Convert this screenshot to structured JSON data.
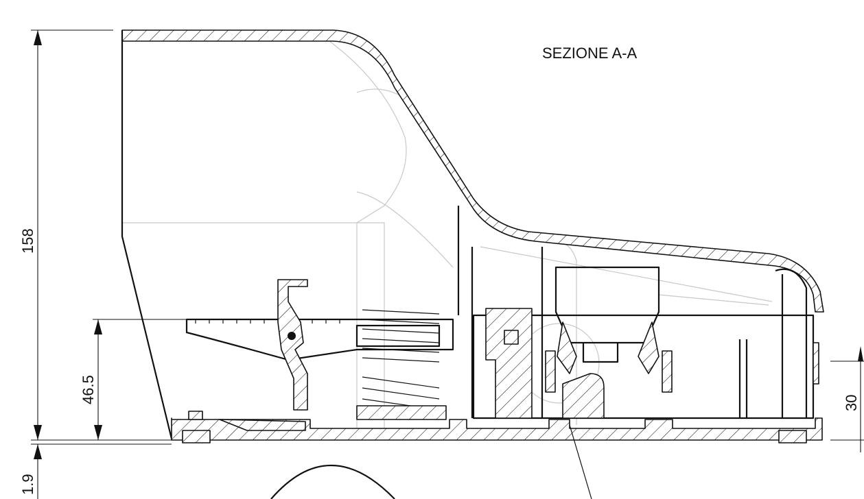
{
  "title": "SEZIONE A-A",
  "dimensions": {
    "overall_height": "158",
    "pedal_height": "46.5",
    "base_gap": "1.9",
    "right_height": "30"
  },
  "colors": {
    "line": "#111111",
    "hidden": "#c8c8c8",
    "background": "#ffffff"
  }
}
